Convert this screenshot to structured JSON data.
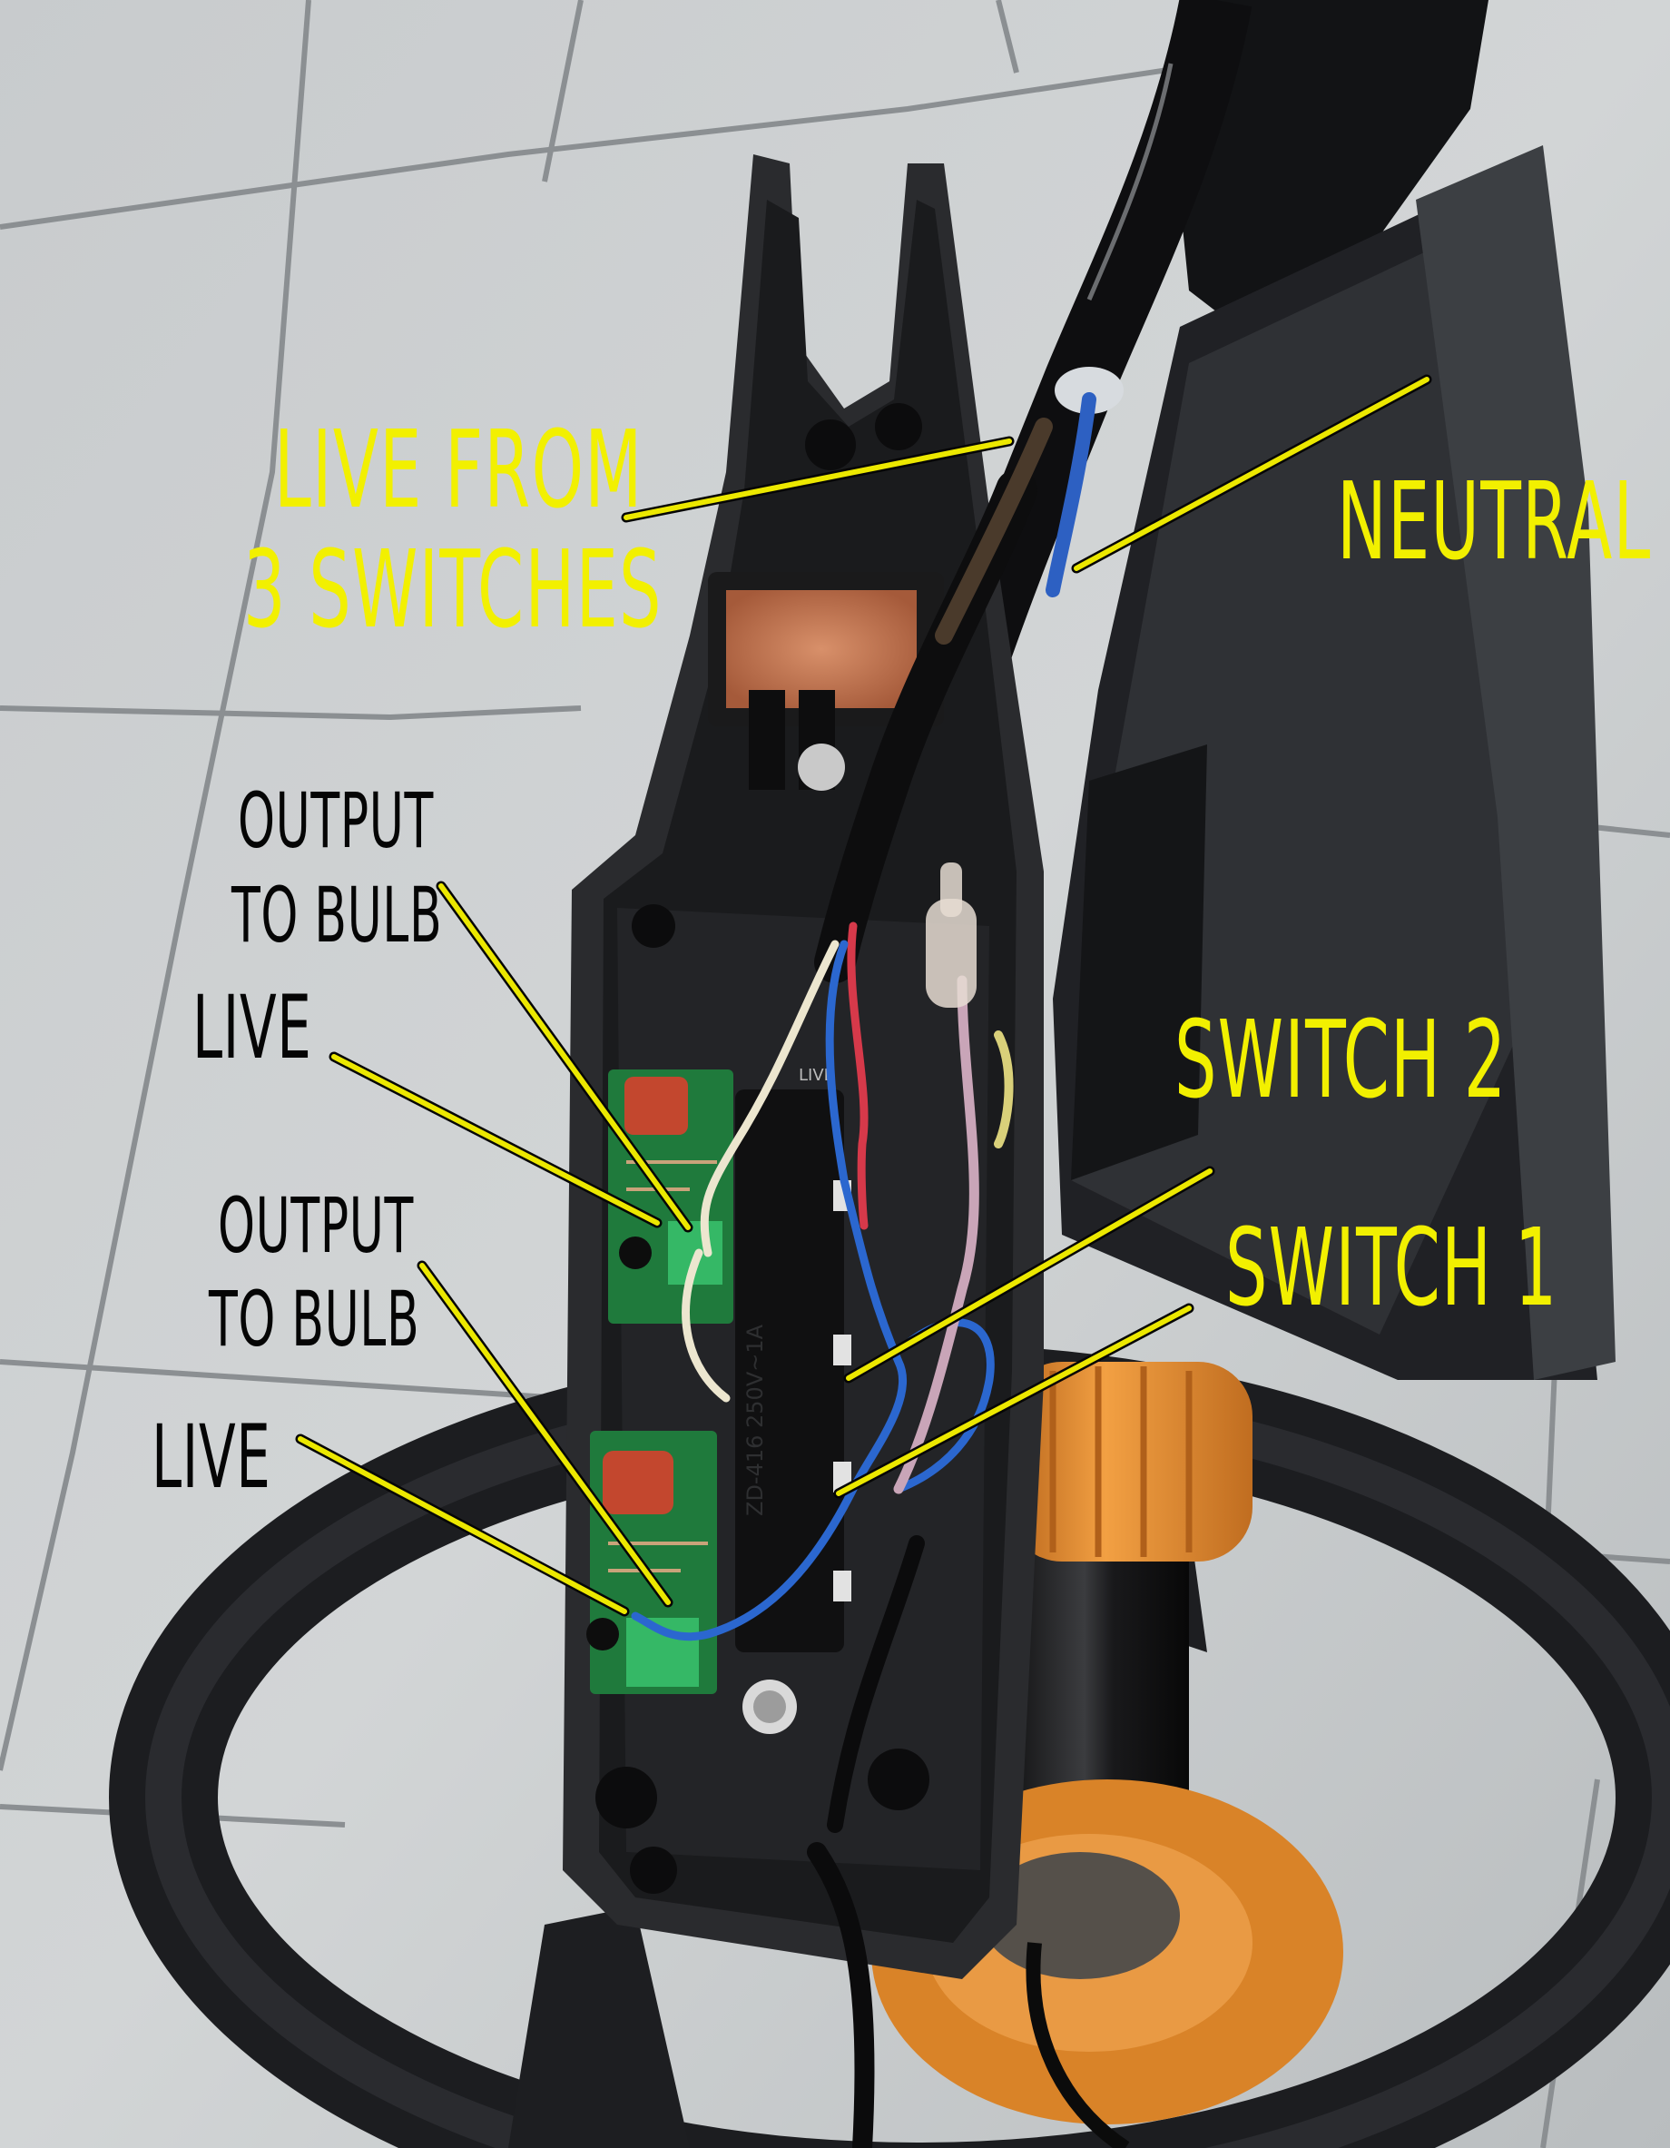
{
  "annotations": {
    "live_from_switches_line1": "LIVE FROM",
    "live_from_switches_line2": "3 SWITCHES",
    "neutral": "NEUTRAL",
    "output_top_line1": "OUTPUT",
    "output_top_line2": "TO BULB",
    "live_top": "LIVE",
    "output_bottom_line1": "OUTPUT",
    "output_bottom_line2": "TO BULB",
    "live_bottom": "LIVE",
    "switch_2": "SWITCH 2",
    "switch_1": "SWITCH 1"
  },
  "board_marks": {
    "pcb_live": "LIVE",
    "switch_rating": "ZD-416 250V~1A"
  },
  "colors": {
    "yellow_label": "#f2f000",
    "black_label": "#050505",
    "pointer_yellow": "#ece800",
    "floor_tile": "#c9ccce",
    "grout": "#8b8f92",
    "housing": "#1c1d1f",
    "pcb_green": "#1f7a3c",
    "terminal_green": "#35b866",
    "capacitor": "#c3472e",
    "orange_collar": "#e08a2c"
  }
}
